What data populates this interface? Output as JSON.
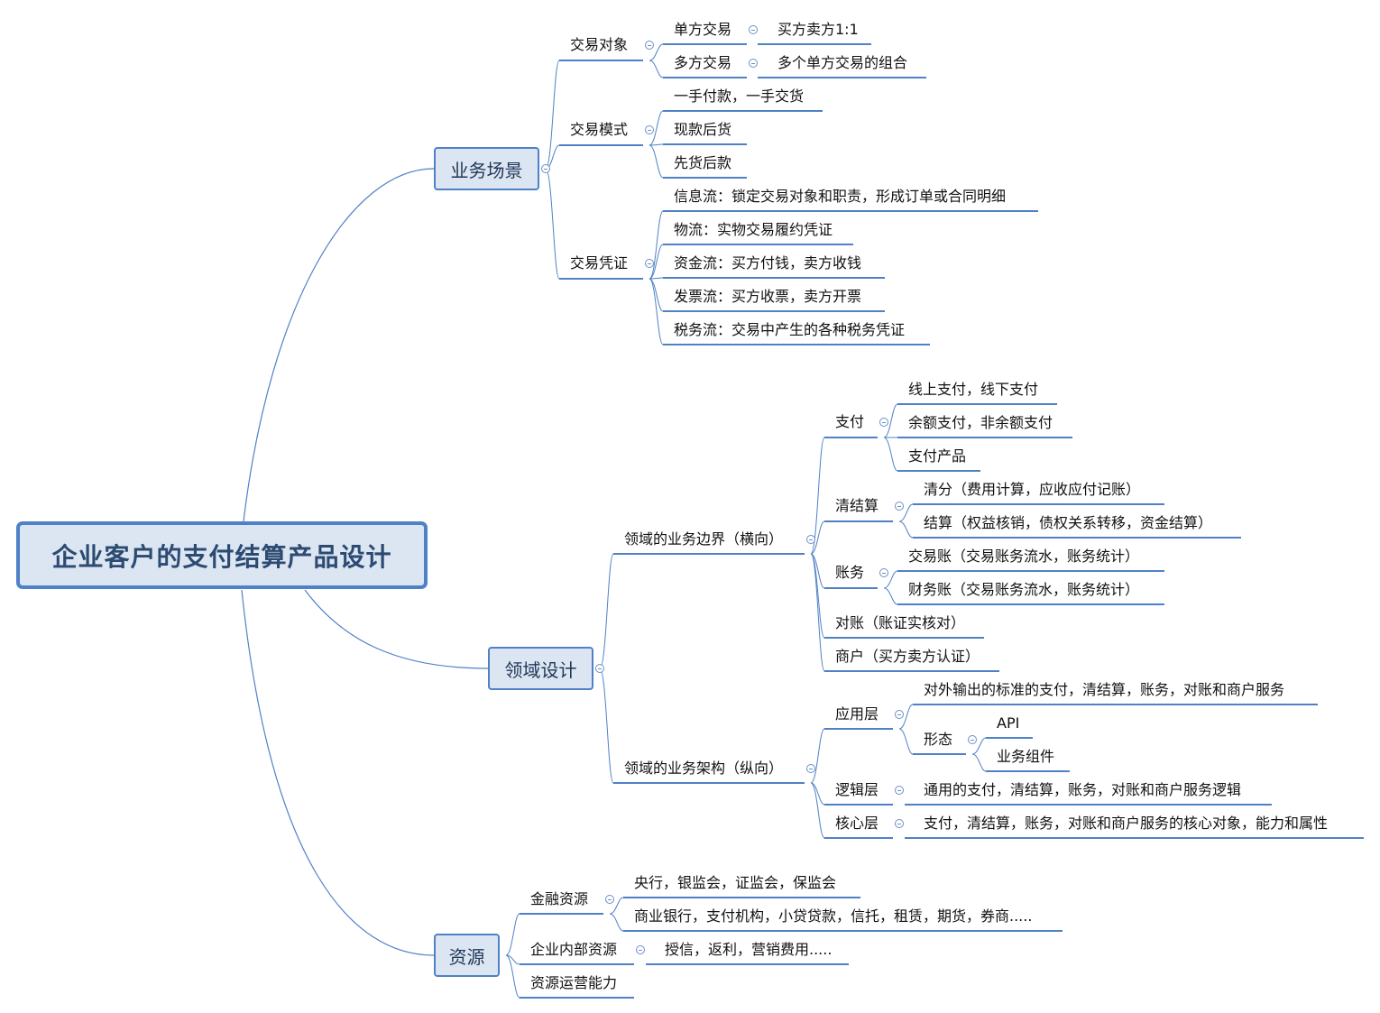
{
  "root": {
    "label": "企业客户的支付结算产品设计",
    "children": [
      {
        "label": "业务场景",
        "children": [
          {
            "label": "交易对象",
            "children": [
              {
                "label": "单方交易",
                "children": [
                  {
                    "label": "买方卖方1:1"
                  }
                ]
              },
              {
                "label": "多方交易",
                "children": [
                  {
                    "label": "多个单方交易的组合"
                  }
                ]
              }
            ]
          },
          {
            "label": "交易模式",
            "children": [
              {
                "label": "一手付款，一手交货"
              },
              {
                "label": "现款后货"
              },
              {
                "label": "先货后款"
              }
            ]
          },
          {
            "label": "交易凭证",
            "children": [
              {
                "label": "信息流：锁定交易对象和职责，形成订单或合同明细"
              },
              {
                "label": "物流：实物交易履约凭证"
              },
              {
                "label": "资金流：买方付钱，卖方收钱"
              },
              {
                "label": "发票流：买方收票，卖方开票"
              },
              {
                "label": "税务流：交易中产生的各种税务凭证"
              }
            ]
          }
        ]
      },
      {
        "label": "领域设计",
        "children": [
          {
            "label": "领域的业务边界（横向）",
            "children": [
              {
                "label": "支付",
                "children": [
                  {
                    "label": "线上支付，线下支付"
                  },
                  {
                    "label": "余额支付，非余额支付"
                  },
                  {
                    "label": "支付产品"
                  }
                ]
              },
              {
                "label": "清结算",
                "children": [
                  {
                    "label": "清分（费用计算，应收应付记账）"
                  },
                  {
                    "label": "结算（权益核销，债权关系转移，资金结算）"
                  }
                ]
              },
              {
                "label": "账务",
                "children": [
                  {
                    "label": "交易账（交易账务流水，账务统计）"
                  },
                  {
                    "label": "财务账（交易账务流水，账务统计）"
                  }
                ]
              },
              {
                "label": "对账（账证实核对）"
              },
              {
                "label": "商户（买方卖方认证）"
              }
            ]
          },
          {
            "label": "领域的业务架构（纵向）",
            "children": [
              {
                "label": "应用层",
                "children": [
                  {
                    "label": "对外输出的标准的支付，清结算，账务，对账和商户服务"
                  },
                  {
                    "label": "形态",
                    "children": [
                      {
                        "label": "API"
                      },
                      {
                        "label": "业务组件"
                      }
                    ]
                  }
                ]
              },
              {
                "label": "逻辑层",
                "children": [
                  {
                    "label": "通用的支付，清结算，账务，对账和商户服务逻辑"
                  }
                ]
              },
              {
                "label": "核心层",
                "children": [
                  {
                    "label": "支付，清结算，账务，对账和商户服务的核心对象，能力和属性"
                  }
                ]
              }
            ]
          }
        ]
      },
      {
        "label": "资源",
        "children": [
          {
            "label": "金融资源",
            "children": [
              {
                "label": "央行，银监会，证监会，保监会"
              },
              {
                "label": "商业银行，支付机构，小贷贷款，信托，租赁，期货，券商....."
              }
            ]
          },
          {
            "label": "企业内部资源",
            "children": [
              {
                "label": "授信，返利，营销费用....."
              }
            ]
          },
          {
            "label": "资源运营能力"
          }
        ]
      }
    ]
  },
  "colors": {
    "line": "#4f81c7",
    "box_fill": "#dce6f2",
    "box_border": "#4f81c7",
    "title_text": "#2c4a72"
  }
}
